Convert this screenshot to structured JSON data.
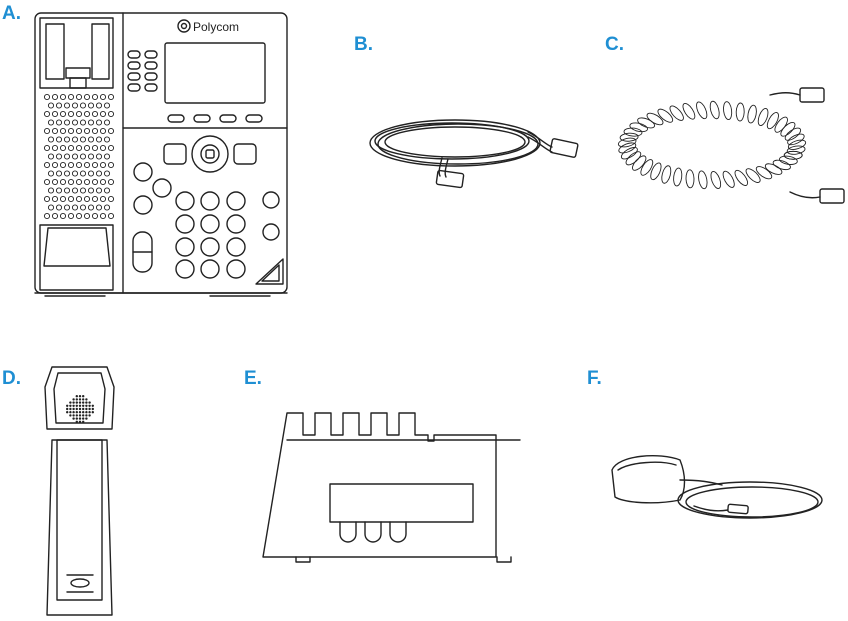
{
  "labels": {
    "a": "A.",
    "b": "B.",
    "c": "C.",
    "d": "D.",
    "e": "E.",
    "f": "F."
  },
  "phone": {
    "brand": "Polycom"
  },
  "items": [
    {
      "key": "a",
      "icon": "desk-phone-icon"
    },
    {
      "key": "b",
      "icon": "ethernet-cable-icon"
    },
    {
      "key": "c",
      "icon": "coiled-handset-cord-icon"
    },
    {
      "key": "d",
      "icon": "handset-icon"
    },
    {
      "key": "e",
      "icon": "phone-stand-icon"
    },
    {
      "key": "f",
      "icon": "power-adapter-icon"
    }
  ]
}
